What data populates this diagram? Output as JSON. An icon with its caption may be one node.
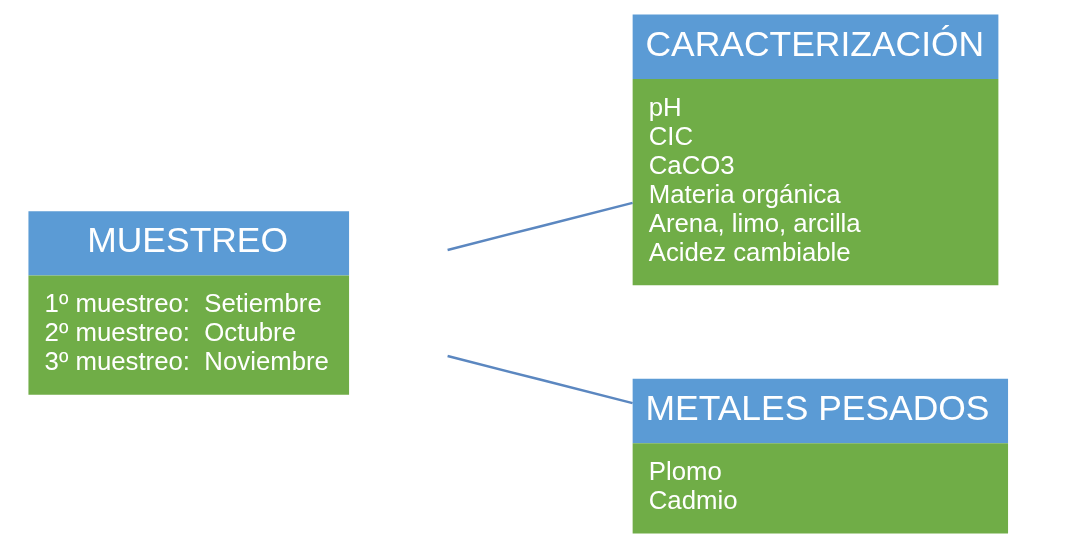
{
  "diagram": {
    "nodes": [
      {
        "text": [
          "MUESTREO",
          "1º muestreo:  Setiembre",
          "2º muestreo:  Octubre",
          "3º muestreo:  Noviembre"
        ]
      },
      {
        "text": [
          "CARACTERIZACIÓN",
          "pH",
          "CIC",
          "CaCO3",
          "Materia orgánica",
          "Arena, limo, arcilla",
          "Acidez cambiable"
        ]
      },
      {
        "text": [
          "METALES PESADOS",
          "Plomo",
          "Cadmio"
        ]
      }
    ],
    "edges": [
      {
        "from": 0,
        "to": 1,
        "arrow": "none"
      },
      {
        "from": 0,
        "to": 2,
        "arrow": "none"
      }
    ]
  }
}
